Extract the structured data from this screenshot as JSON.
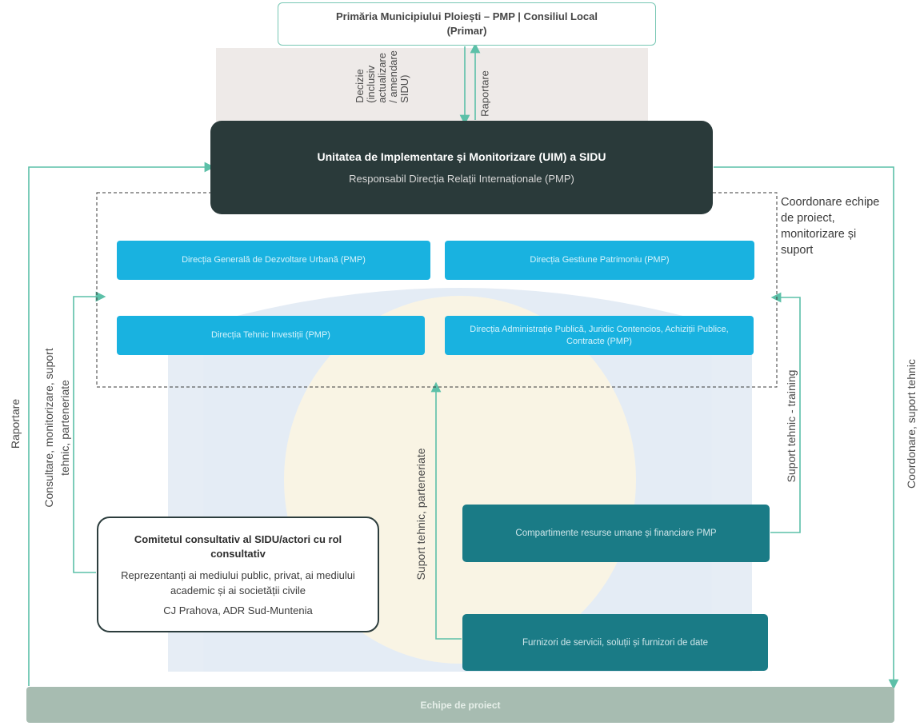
{
  "top_box": {
    "line1": "Primăria Municipiului Ploiești – PMP | Consiliul Local",
    "line2": "(Primar)"
  },
  "uim": {
    "title": "Unitatea de Implementare și Monitorizare (UIM) a SIDU",
    "subtitle": "Responsabil Direcția Relații Internaționale (PMP)"
  },
  "directions": {
    "d1": "Direcția Generală de Dezvoltare Urbană (PMP)",
    "d2": "Direcția Gestiune Patrimoniu (PMP)",
    "d3": "Direcția Tehnic Investiții (PMP)",
    "d4": "Direcția Administrație Publică, Juridic Contencios, Achiziții Publice, Contracte (PMP)"
  },
  "support_boxes": {
    "hr": "Compartimente resurse umane și financiare PMP",
    "providers": "Furnizori de servicii, soluții și furnizori de date"
  },
  "comitet": {
    "title": "Comitetul consultativ al SIDU/actori cu rol consultativ",
    "desc": "Reprezentanți ai mediului public, privat, ai mediului academic și ai societății civile",
    "members": "CJ Prahova, ADR Sud-Muntenia"
  },
  "bottom_bar": "Echipe de proiect",
  "labels": {
    "decizie_1": "Decizie",
    "decizie_2": "(inclusiv",
    "decizie_3": "actualizare",
    "decizie_4": "/ amendare",
    "decizie_5": "SIDU)",
    "raportare_top": "Raportare",
    "coordonare_echipe": "Coordonare echipe de proiect, monitorizare și suport",
    "raportare_left": "Raportare",
    "consultare_1": "Consultare, monitorizare, suport",
    "consultare_2": "tehnic, parteneriate",
    "suport_parteneriate": "Suport tehnic, parteneriate",
    "suport_training": "Suport tehnic - training",
    "coordonare_suport": "Coordonare, suport tehnic"
  },
  "colors": {
    "connector": "#5cc0a8",
    "uim_bg": "#2a3a3a",
    "direction_bg": "#19b2e0",
    "support_bg": "#1a7b86",
    "bottom_bar_bg": "#a7bcb1"
  }
}
